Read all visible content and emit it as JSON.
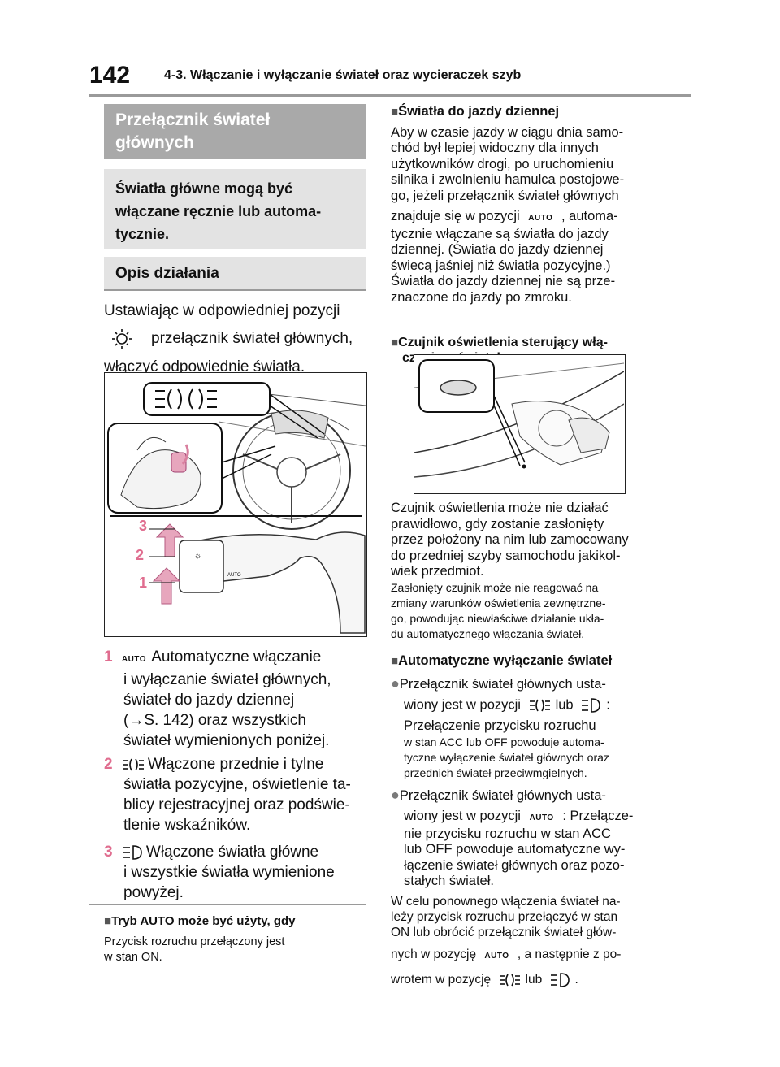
{
  "header": {
    "page_number": "142",
    "chapter": "4-3. Włączanie i wyłączanie świateł oraz wycieraczek szyb"
  },
  "left": {
    "section_title": [
      "Przełącznik świateł",
      "głównych"
    ],
    "summary": [
      "Światła główne mogą być",
      "włączane ręcznie lub automa-",
      "tycznie."
    ],
    "subsection_title": "Opis działania",
    "intro": [
      "Ustawiając w odpowiedniej pozycji",
      "przełącznik świateł głównych,",
      "włączyć odpowiednie światła."
    ],
    "figure_labels": [
      "3",
      "2",
      "1"
    ],
    "items": [
      {
        "num": "1",
        "lines": [
          "Automatyczne włączanie",
          "i wyłączanie świateł głównych,",
          "świateł do jazdy dziennej",
          "(→S. 142) oraz wszystkich",
          "świateł wymienionych poniżej."
        ]
      },
      {
        "num": "2",
        "lines": [
          "Włączone przednie i tylne",
          "światła pozycyjne, oświetlenie ta-",
          "blicy rejestracyjnej oraz podświe-",
          "tlenie wskaźników."
        ]
      },
      {
        "num": "3",
        "lines": [
          "Włączone światła główne",
          "i wszystkie światła wymienione",
          "powyżej."
        ]
      }
    ],
    "note_heading": "Tryb AUTO może być użyty, gdy",
    "note_text": [
      "Przycisk rozruchu przełączony jest",
      "w stan ON."
    ]
  },
  "right": {
    "drl_heading": "Światła do jazdy dziennej",
    "drl_text": [
      "Aby w czasie jazdy w ciągu dnia samo-",
      "chód był lepiej widoczny dla innych",
      "użytkowników drogi, po uruchomieniu",
      "silnika i zwolnieniu hamulca postojowe-",
      "go, jeżeli przełącznik świateł głównych"
    ],
    "drl_pos_a": "znajduje się w pozycji",
    "drl_pos_b": ", automa-",
    "drl_text2": [
      "tycznie włączane są światła do jazdy",
      "dziennej. (Światła do jazdy dziennej",
      "świecą jaśniej niż światła pozycyjne.)",
      "Światła do jazdy dziennej nie są prze-",
      "znaczone do jazdy po zmroku."
    ],
    "sensor_heading": [
      "Czujnik oświetlenia sterujący włą-",
      "czaniem świateł"
    ],
    "sensor_text": [
      "Czujnik oświetlenia może nie działać",
      "prawidłowo, gdy zostanie zasłonięty",
      "przez położony na nim lub zamocowany",
      "do przedniej szyby samochodu jakikol-",
      "wiek przedmiot."
    ],
    "sensor_small": [
      "Zasłonięty czujnik może nie reagować na",
      "zmiany warunków oświetlenia zewnętrzne-",
      "go, powodując niewłaściwe działanie ukła-",
      "du automatycznego włączania świateł."
    ],
    "auto_off_heading": "Automatyczne wyłączanie świateł",
    "b1_line1": "Przełącznik świateł głównych usta-",
    "b1_pos": "wiony jest w pozycji",
    "b1_or": "lub",
    "b1_colon": ":",
    "b1_line3": "Przełączenie przycisku rozruchu",
    "b1_small": [
      "w stan ACC lub OFF powoduje automa-",
      "tyczne wyłączenie świateł głównych oraz",
      "przednich świateł przeciwmgielnych."
    ],
    "b2_line1": "Przełącznik świateł głównych usta-",
    "b2_pos": "wiony jest w pozycji",
    "b2_after": ": Przełącze-",
    "b2_rest": [
      "nie przycisku rozruchu w stan ACC",
      "lub OFF powoduje automatyczne wy-",
      "łączenie świateł głównych oraz pozo-",
      "stałych świateł."
    ],
    "final": [
      "W celu ponownego włączenia świateł na-",
      "leży przycisk rozruchu przełączyć w stan",
      "ON lub obrócić przełącznik świateł głów-"
    ],
    "final_a": "nych w pozycję",
    "final_b": ", a następnie z po-",
    "final_c": "wrotem w pozycję",
    "final_or": "lub",
    "final_end": "."
  },
  "icon_auto_text": "AUTO",
  "colors": {
    "header_box": "#a9a9a9",
    "summary_box": "#e3e3e3",
    "item_number": "#e06d8f",
    "arrow": "#d9809f"
  }
}
